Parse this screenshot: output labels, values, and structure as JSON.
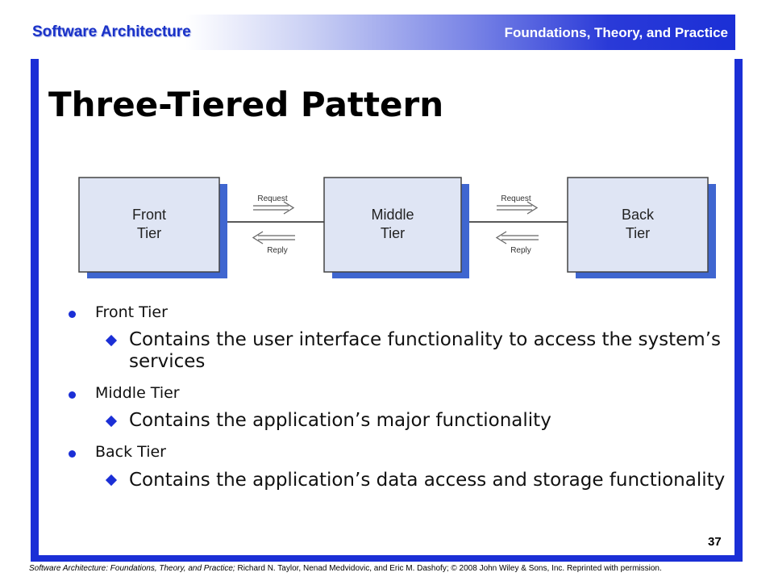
{
  "header": {
    "left_title": "Software Architecture",
    "right_title": "Foundations, Theory, and Practice"
  },
  "slide": {
    "title": "Three-Tiered Pattern",
    "number": "37"
  },
  "diagram": {
    "tiers": [
      {
        "line1": "Front",
        "line2": "Tier"
      },
      {
        "line1": "Middle",
        "line2": "Tier"
      },
      {
        "line1": "Back",
        "line2": "Tier"
      }
    ],
    "request_label": "Request",
    "reply_label": "Reply"
  },
  "bullets": [
    {
      "label": "Front Tier",
      "detail": "Contains the user interface functionality to access the system’s services"
    },
    {
      "label": "Middle Tier",
      "detail": "Contains the application’s major functionality"
    },
    {
      "label": "Back Tier",
      "detail": "Contains the application’s data access and storage functionality"
    }
  ],
  "footer": {
    "italic": "Software Architecture: Foundations, Theory, and Practice;",
    "rest": " Richard N. Taylor, Nenad Medvidovic, and Eric M. Dashofy; © 2008 John Wiley & Sons, Inc. Reprinted with permission."
  },
  "colors": {
    "accent": "#1b2fd6",
    "box_fill": "#dfe5f4",
    "box_shadow": "#3f66d0"
  }
}
